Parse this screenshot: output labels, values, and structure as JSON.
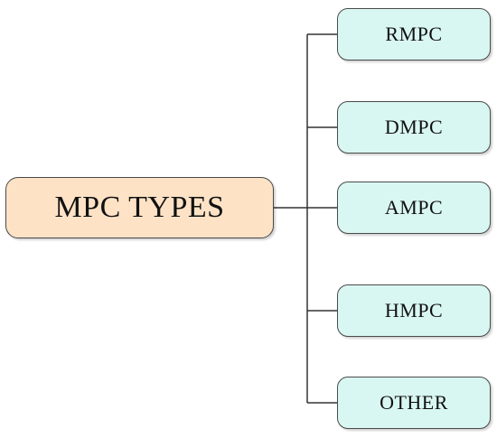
{
  "diagram": {
    "root": {
      "label": "MPC TYPES",
      "fill": "#fde2c6",
      "border": "#4a4a4a"
    },
    "children": [
      {
        "label": "RMPC"
      },
      {
        "label": "DMPC"
      },
      {
        "label": "AMPC"
      },
      {
        "label": "HMPC"
      },
      {
        "label": "OTHER"
      }
    ],
    "child_fill": "#d9f7f2",
    "line_color": "#333333"
  }
}
